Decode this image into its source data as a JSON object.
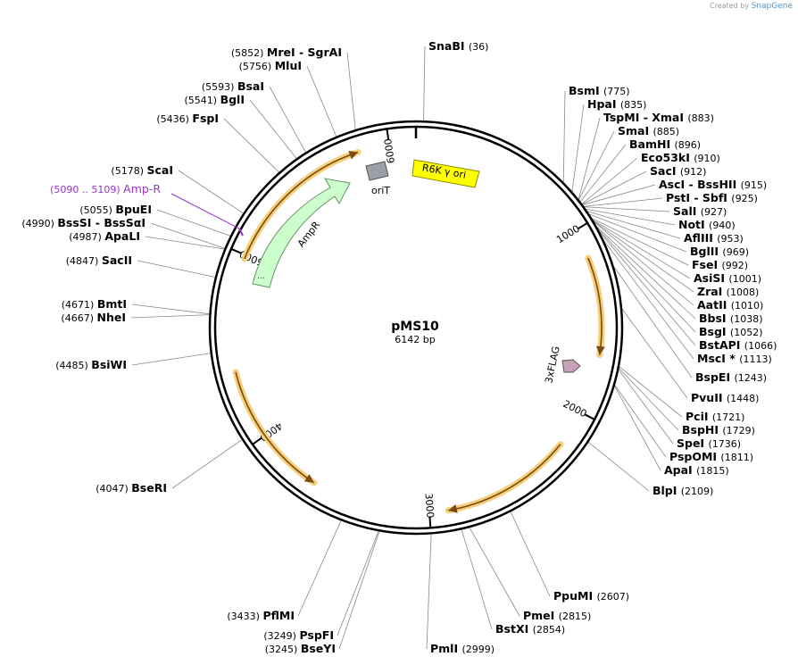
{
  "credit": {
    "prefix": "Created by",
    "brand": "SnapGene"
  },
  "plasmid": {
    "name": "pMS10",
    "size": "6142 bp"
  },
  "ruler": [
    "1000",
    "2000",
    "3000",
    "4000",
    "5000",
    "6000"
  ],
  "colors": {
    "backbone": "#000000",
    "feature_arrow": "#7a4a10",
    "feature_glow": "#f5cf7a",
    "ampr_fill": "#ccffcc",
    "ori_fill": "#ffff00",
    "orit_fill": "#99a0a8",
    "flag_fill": "#c8a0b8",
    "primer_bind": "#9933cc",
    "leader": "#888888"
  },
  "features": {
    "ampr": "AmpR",
    "ori": "R6K γ ori",
    "orit": "oriT",
    "flag": "3xFLAG"
  },
  "highlight_site": {
    "pos": "(5090 .. 5109)",
    "name": "Amp-R",
    "color": "#9933cc"
  },
  "sites_right": [
    {
      "name": "BsmI",
      "pos": "(775)"
    },
    {
      "name": "HpaI",
      "pos": "(835)"
    },
    {
      "name": "TspMI - XmaI",
      "pos": "(883)"
    },
    {
      "name": "SmaI",
      "pos": "(885)"
    },
    {
      "name": "BamHI",
      "pos": "(896)"
    },
    {
      "name": "Eco53kI",
      "pos": "(910)"
    },
    {
      "name": "SacI",
      "pos": "(912)"
    },
    {
      "name": "AscI - BssHII",
      "pos": "(915)"
    },
    {
      "name": "PstI - SbfI",
      "pos": "(925)"
    },
    {
      "name": "SalI",
      "pos": "(927)"
    },
    {
      "name": "NotI",
      "pos": "(940)"
    },
    {
      "name": "AflIII",
      "pos": "(953)"
    },
    {
      "name": "BglII",
      "pos": "(969)"
    },
    {
      "name": "FseI",
      "pos": "(992)"
    },
    {
      "name": "AsiSI",
      "pos": "(1001)"
    },
    {
      "name": "ZraI",
      "pos": "(1008)"
    },
    {
      "name": "AatII",
      "pos": "(1010)"
    },
    {
      "name": "BbsI",
      "pos": "(1038)"
    },
    {
      "name": "BsgI",
      "pos": "(1052)"
    },
    {
      "name": "BstAPI",
      "pos": "(1066)"
    },
    {
      "name": "MscI *",
      "pos": "(1113)"
    },
    {
      "name": "BspEI",
      "pos": "(1243)"
    },
    {
      "name": "PvuII",
      "pos": "(1448)"
    },
    {
      "name": "PciI",
      "pos": "(1721)"
    },
    {
      "name": "BspHI",
      "pos": "(1729)"
    },
    {
      "name": "SpeI",
      "pos": "(1736)"
    },
    {
      "name": "PspOMI",
      "pos": "(1811)"
    },
    {
      "name": "ApaI",
      "pos": "(1815)"
    },
    {
      "name": "BlpI",
      "pos": "(2109)"
    }
  ],
  "sites_bottom": [
    {
      "name": "PpuMI",
      "pos": "(2607)"
    },
    {
      "name": "PmeI",
      "pos": "(2815)"
    },
    {
      "name": "BstXI",
      "pos": "(2854)"
    },
    {
      "name": "PmlI",
      "pos": "(2999)"
    },
    {
      "name": "BseYI",
      "pos": "(3245)"
    },
    {
      "name": "PspFI",
      "pos": "(3249)"
    },
    {
      "name": "PflMI",
      "pos": "(3433)"
    }
  ],
  "sites_left": [
    {
      "name": "BseRI",
      "pos": "(4047)"
    },
    {
      "name": "BsiWI",
      "pos": "(4485)"
    },
    {
      "name": "NheI",
      "pos": "(4667)"
    },
    {
      "name": "BmtI",
      "pos": "(4671)"
    },
    {
      "name": "SacII",
      "pos": "(4847)"
    },
    {
      "name": "ApaLI",
      "pos": "(4987)"
    },
    {
      "name": "BssSI - BssSαI",
      "pos": "(4990)"
    },
    {
      "name": "BpuEI",
      "pos": "(5055)"
    },
    {
      "name": "ScaI",
      "pos": "(5178)"
    },
    {
      "name": "FspI",
      "pos": "(5436)"
    },
    {
      "name": "BglI",
      "pos": "(5541)"
    },
    {
      "name": "BsaI",
      "pos": "(5593)"
    },
    {
      "name": "MluI",
      "pos": "(5756)"
    },
    {
      "name": "MreI - SgrAI",
      "pos": "(5852)"
    }
  ],
  "site_top": {
    "name": "SnaBI",
    "pos": "(36)"
  }
}
